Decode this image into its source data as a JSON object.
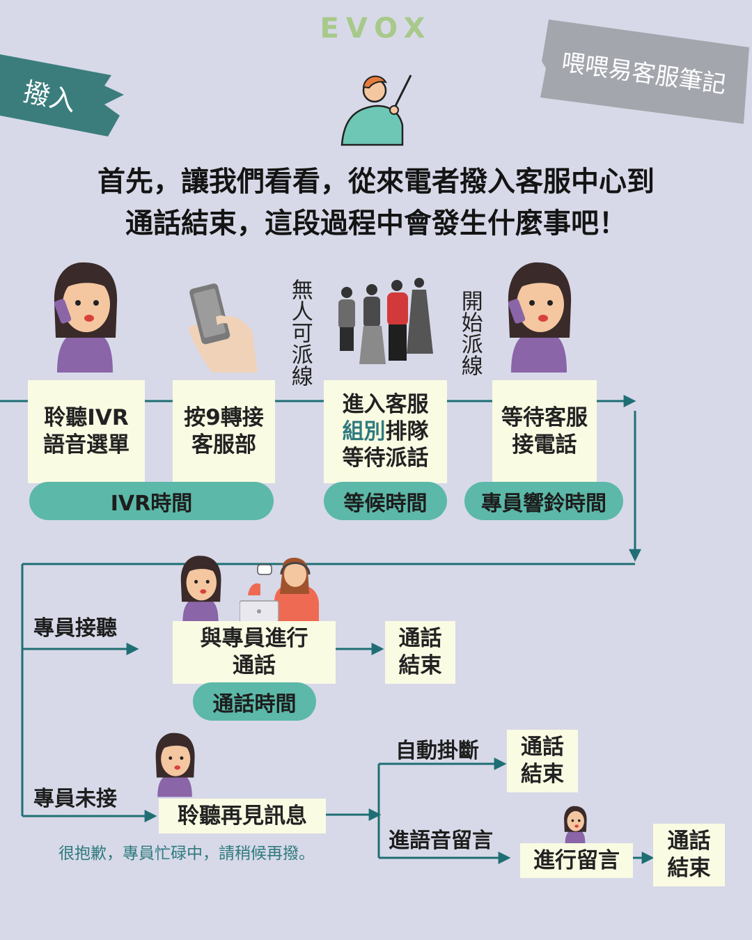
{
  "brand": {
    "logo": "EVOX"
  },
  "header": {
    "banner_label": "撥入",
    "tape_label": "喂喂易客服筆記"
  },
  "title": {
    "line1": "首先，讓我們看看，從來電者撥入客服中心到",
    "line2": "通話結束，這段過程中會發生什麼事吧！"
  },
  "flow": {
    "ivr_box": {
      "line1": "聆聽IVR",
      "line2": "語音選單"
    },
    "press9_box": {
      "line1": "按9轉接",
      "line2": "客服部"
    },
    "no_agent_label": "無人可派線",
    "queue_box": {
      "line1": "進入客服",
      "line2_highlight": "組別",
      "line2_rest": "排隊",
      "line3": "等待派話"
    },
    "dispatch_label": "開始派線",
    "wait_box": {
      "line1": "等待客服",
      "line2": "接電話"
    },
    "ivr_time": "IVR時間",
    "wait_time": "等候時間",
    "ring_time": "專員響鈴時間",
    "agent_answer_label": "專員接聽",
    "talk_box": {
      "line1": "與專員進行",
      "line2": "通話"
    },
    "end_call_1": {
      "line1": "通話",
      "line2": "結束"
    },
    "talk_time": "通話時間",
    "agent_missed_label": "專員未接",
    "goodbye_box": "聆聽再見訊息",
    "goodbye_note": "很抱歉，專員忙碌中，請稍候再撥。",
    "auto_hangup_label": "自動掛斷",
    "end_call_2": {
      "line1": "通話",
      "line2": "結束"
    },
    "voicemail_label": "進語音留言",
    "leave_msg_box": "進行留言",
    "end_call_3": {
      "line1": "通話",
      "line2": "結束"
    }
  },
  "colors": {
    "background": "#d7d9e8",
    "accent_teal": "#1f6e74",
    "pill_green": "#5cb8a8",
    "box_cream": "#fafbe3",
    "banner_teal": "#3b7d7d",
    "tape_gray": "#a4a6ae",
    "logo_green": "#a7c98a"
  }
}
